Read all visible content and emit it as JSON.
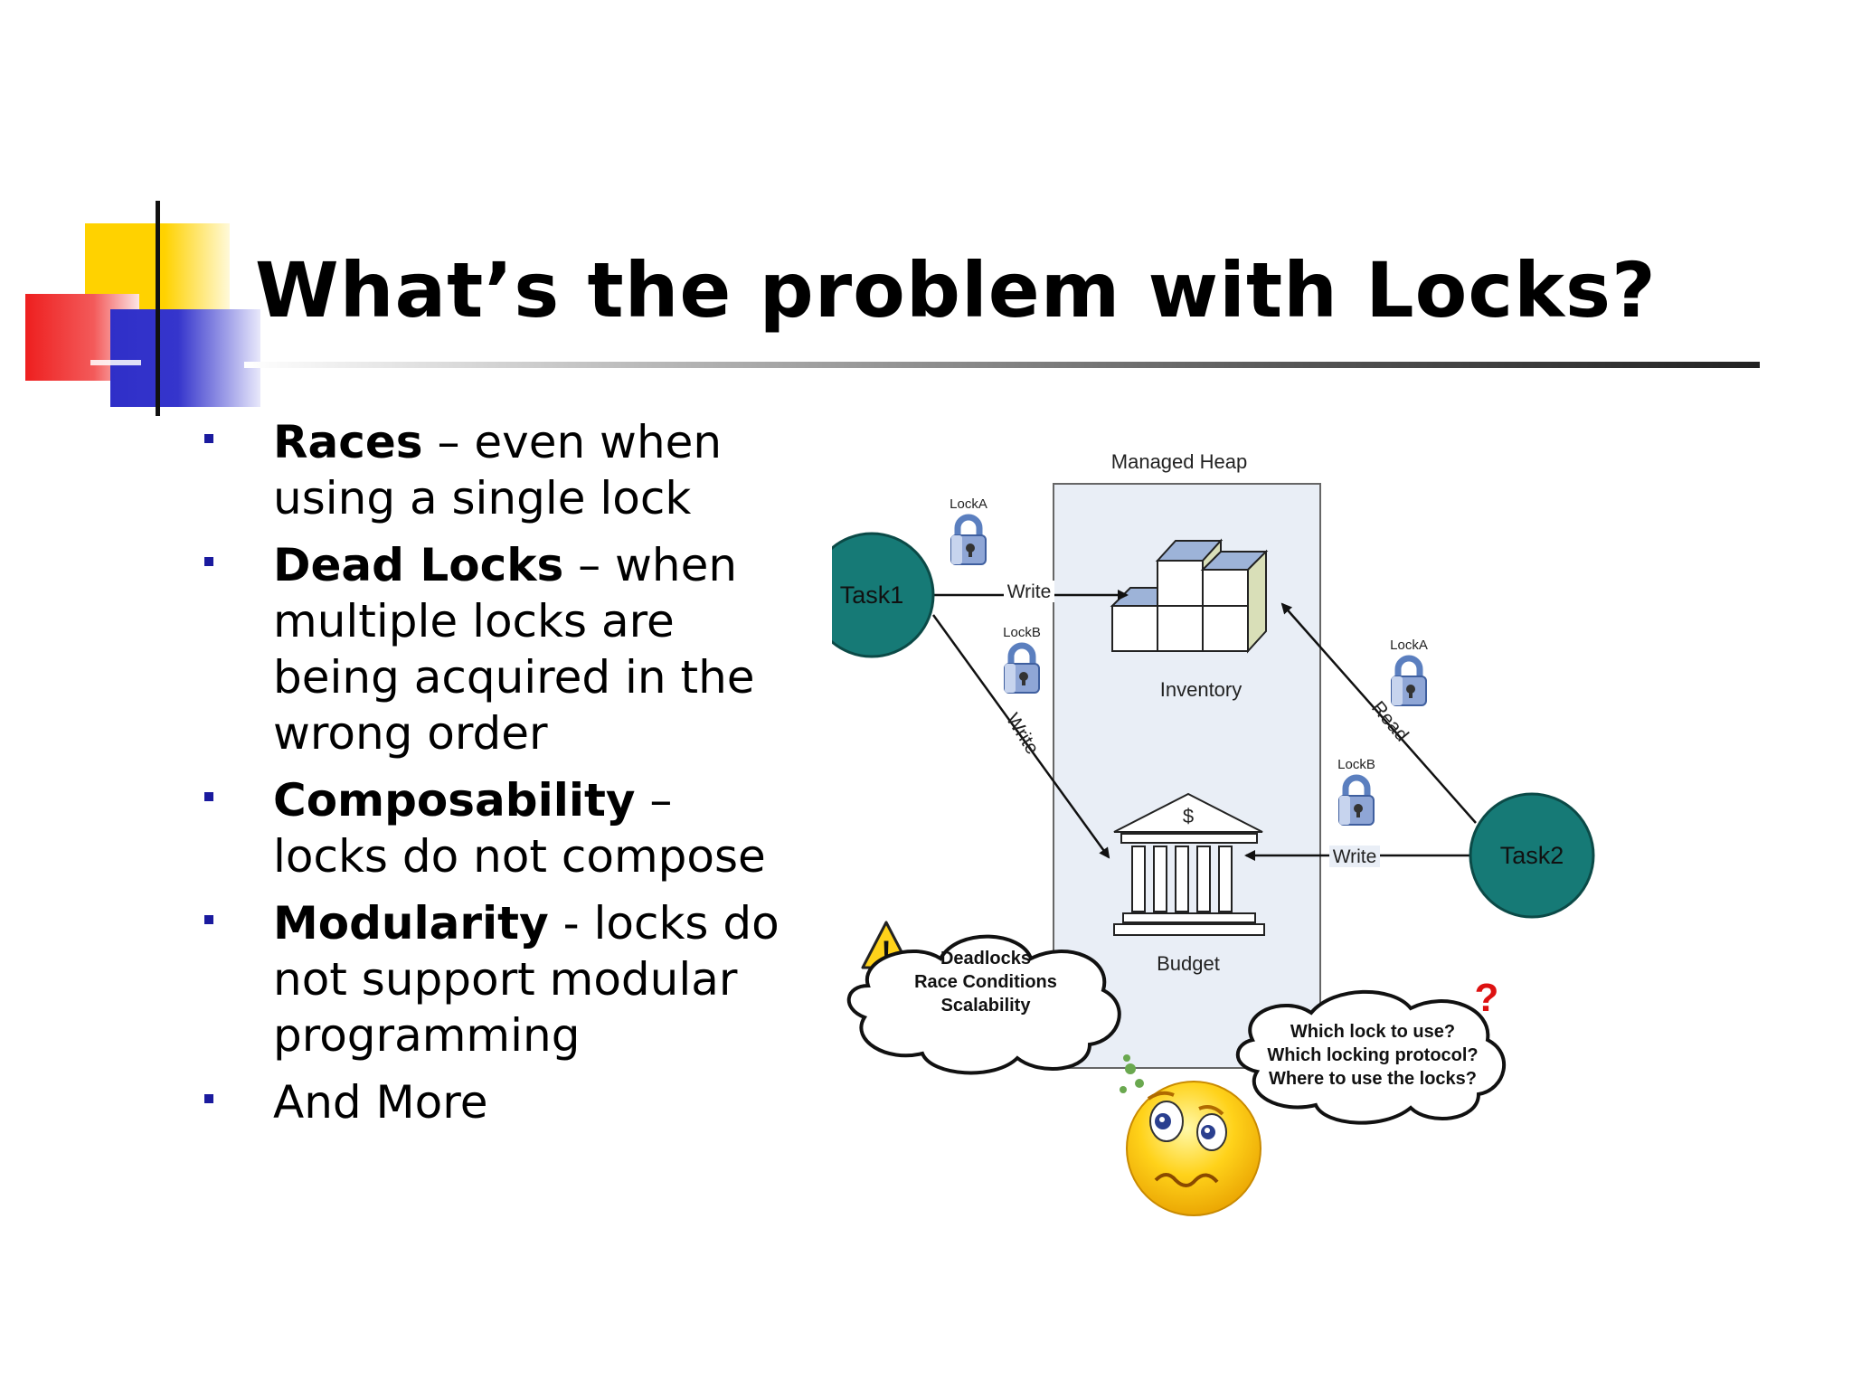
{
  "slide": {
    "title": "What’s the problem with Locks?",
    "bullets": [
      {
        "term": "Races",
        "rest": " – even when using a single lock"
      },
      {
        "term": "Dead Locks",
        "rest": " – when multiple locks are being acquired in the wrong order"
      },
      {
        "term": "Composability",
        "rest": " – locks do not compose"
      },
      {
        "term": "Modularity",
        "rest": " - locks do not support modular programming"
      },
      {
        "term": "",
        "rest": "And More"
      }
    ],
    "colors": {
      "yellow": "#ffd200",
      "red": "#ee2222",
      "blue": "#3333cc",
      "bullet": "#1a1a9e",
      "task": "#167a76"
    }
  },
  "diagram": {
    "heap_label": "Managed Heap",
    "task1": "Task1",
    "task2": "Task2",
    "inventory": "Inventory",
    "budget": "Budget",
    "lock_a_1": "LockA",
    "lock_b_1": "LockB",
    "lock_a_2": "LockA",
    "lock_b_2": "LockB",
    "write_1": "Write",
    "write_2": "Write",
    "write_3": "Write",
    "read": "Read",
    "dollar": "$",
    "cloud_left": [
      "Deadlocks",
      "Race Conditions",
      "Scalability"
    ],
    "cloud_right": [
      "Which lock to use?",
      "Which locking protocol?",
      "Where to use the locks?"
    ],
    "warning": "!",
    "question": "?"
  }
}
